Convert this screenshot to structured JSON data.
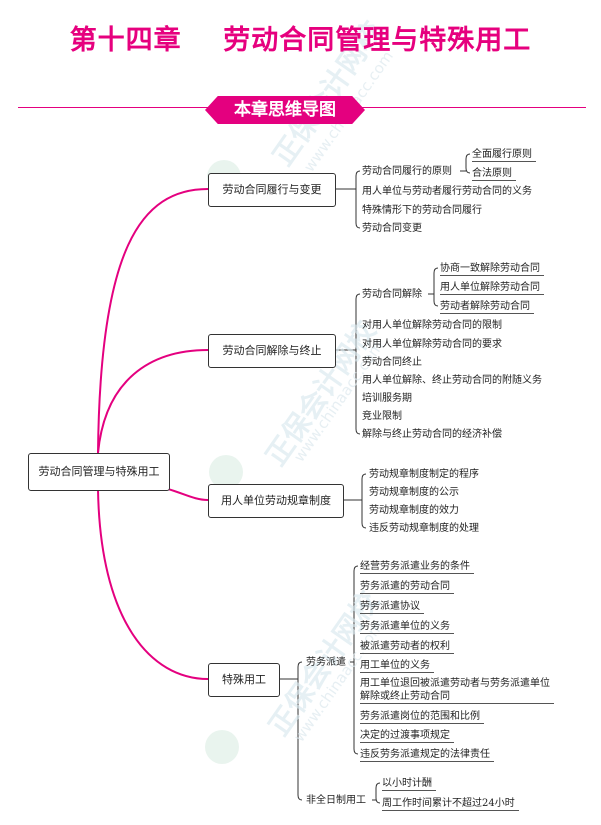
{
  "title": "第十四章    劳动合同管理与特殊用工",
  "banner": "本章思维导图",
  "watermark": {
    "text": "正保会计网校",
    "sub": "www.chinaacc.com"
  },
  "colors": {
    "accent": "#e4007f",
    "title": "#e6007e",
    "line": "#333333"
  },
  "root": "劳动合同管理与特殊用工",
  "branches": [
    {
      "label": "劳动合同履行与变更",
      "items": [
        {
          "label": "劳动合同履行的原则",
          "children": [
            "全面履行原则",
            "合法原则"
          ]
        },
        {
          "label": "用人单位与劳动者履行劳动合同的义务"
        },
        {
          "label": "特殊情形下的劳动合同履行"
        },
        {
          "label": "劳动合同变更"
        }
      ]
    },
    {
      "label": "劳动合同解除与终止",
      "items": [
        {
          "label": "劳动合同解除",
          "children": [
            "协商一致解除劳动合同",
            "用人单位解除劳动合同",
            "劳动者解除劳动合同"
          ]
        },
        {
          "label": "对用人单位解除劳动合同的限制"
        },
        {
          "label": "对用人单位解除劳动合同的要求"
        },
        {
          "label": "劳动合同终止"
        },
        {
          "label": "用人单位解除、终止劳动合同的附随义务"
        },
        {
          "label": "培训服务期"
        },
        {
          "label": "竞业限制"
        },
        {
          "label": "解除与终止劳动合同的经济补偿"
        }
      ]
    },
    {
      "label": "用人单位劳动规章制度",
      "items": [
        {
          "label": "劳动规章制度制定的程序"
        },
        {
          "label": "劳动规章制度的公示"
        },
        {
          "label": "劳动规章制度的效力"
        },
        {
          "label": "违反劳动规章制度的处理"
        }
      ]
    },
    {
      "label": "特殊用工",
      "items": [
        {
          "label": "劳务派遣",
          "children": [
            "经营劳务派遣业务的条件",
            "劳务派遣的劳动合同",
            "劳务派遣协议",
            "劳务派遣单位的义务",
            "被派遣劳动者的权利",
            "用工单位的义务",
            "用工单位退回被派遣劳动者与劳务派遣单位解除或终止劳动合同",
            "劳务派遣岗位的范围和比例",
            "决定的过渡事项规定",
            "违反劳务派遣规定的法律责任"
          ]
        },
        {
          "label": "非全日制用工",
          "children": [
            "以小时计酬",
            "周工作时间累计不超过24小时"
          ]
        }
      ]
    }
  ]
}
